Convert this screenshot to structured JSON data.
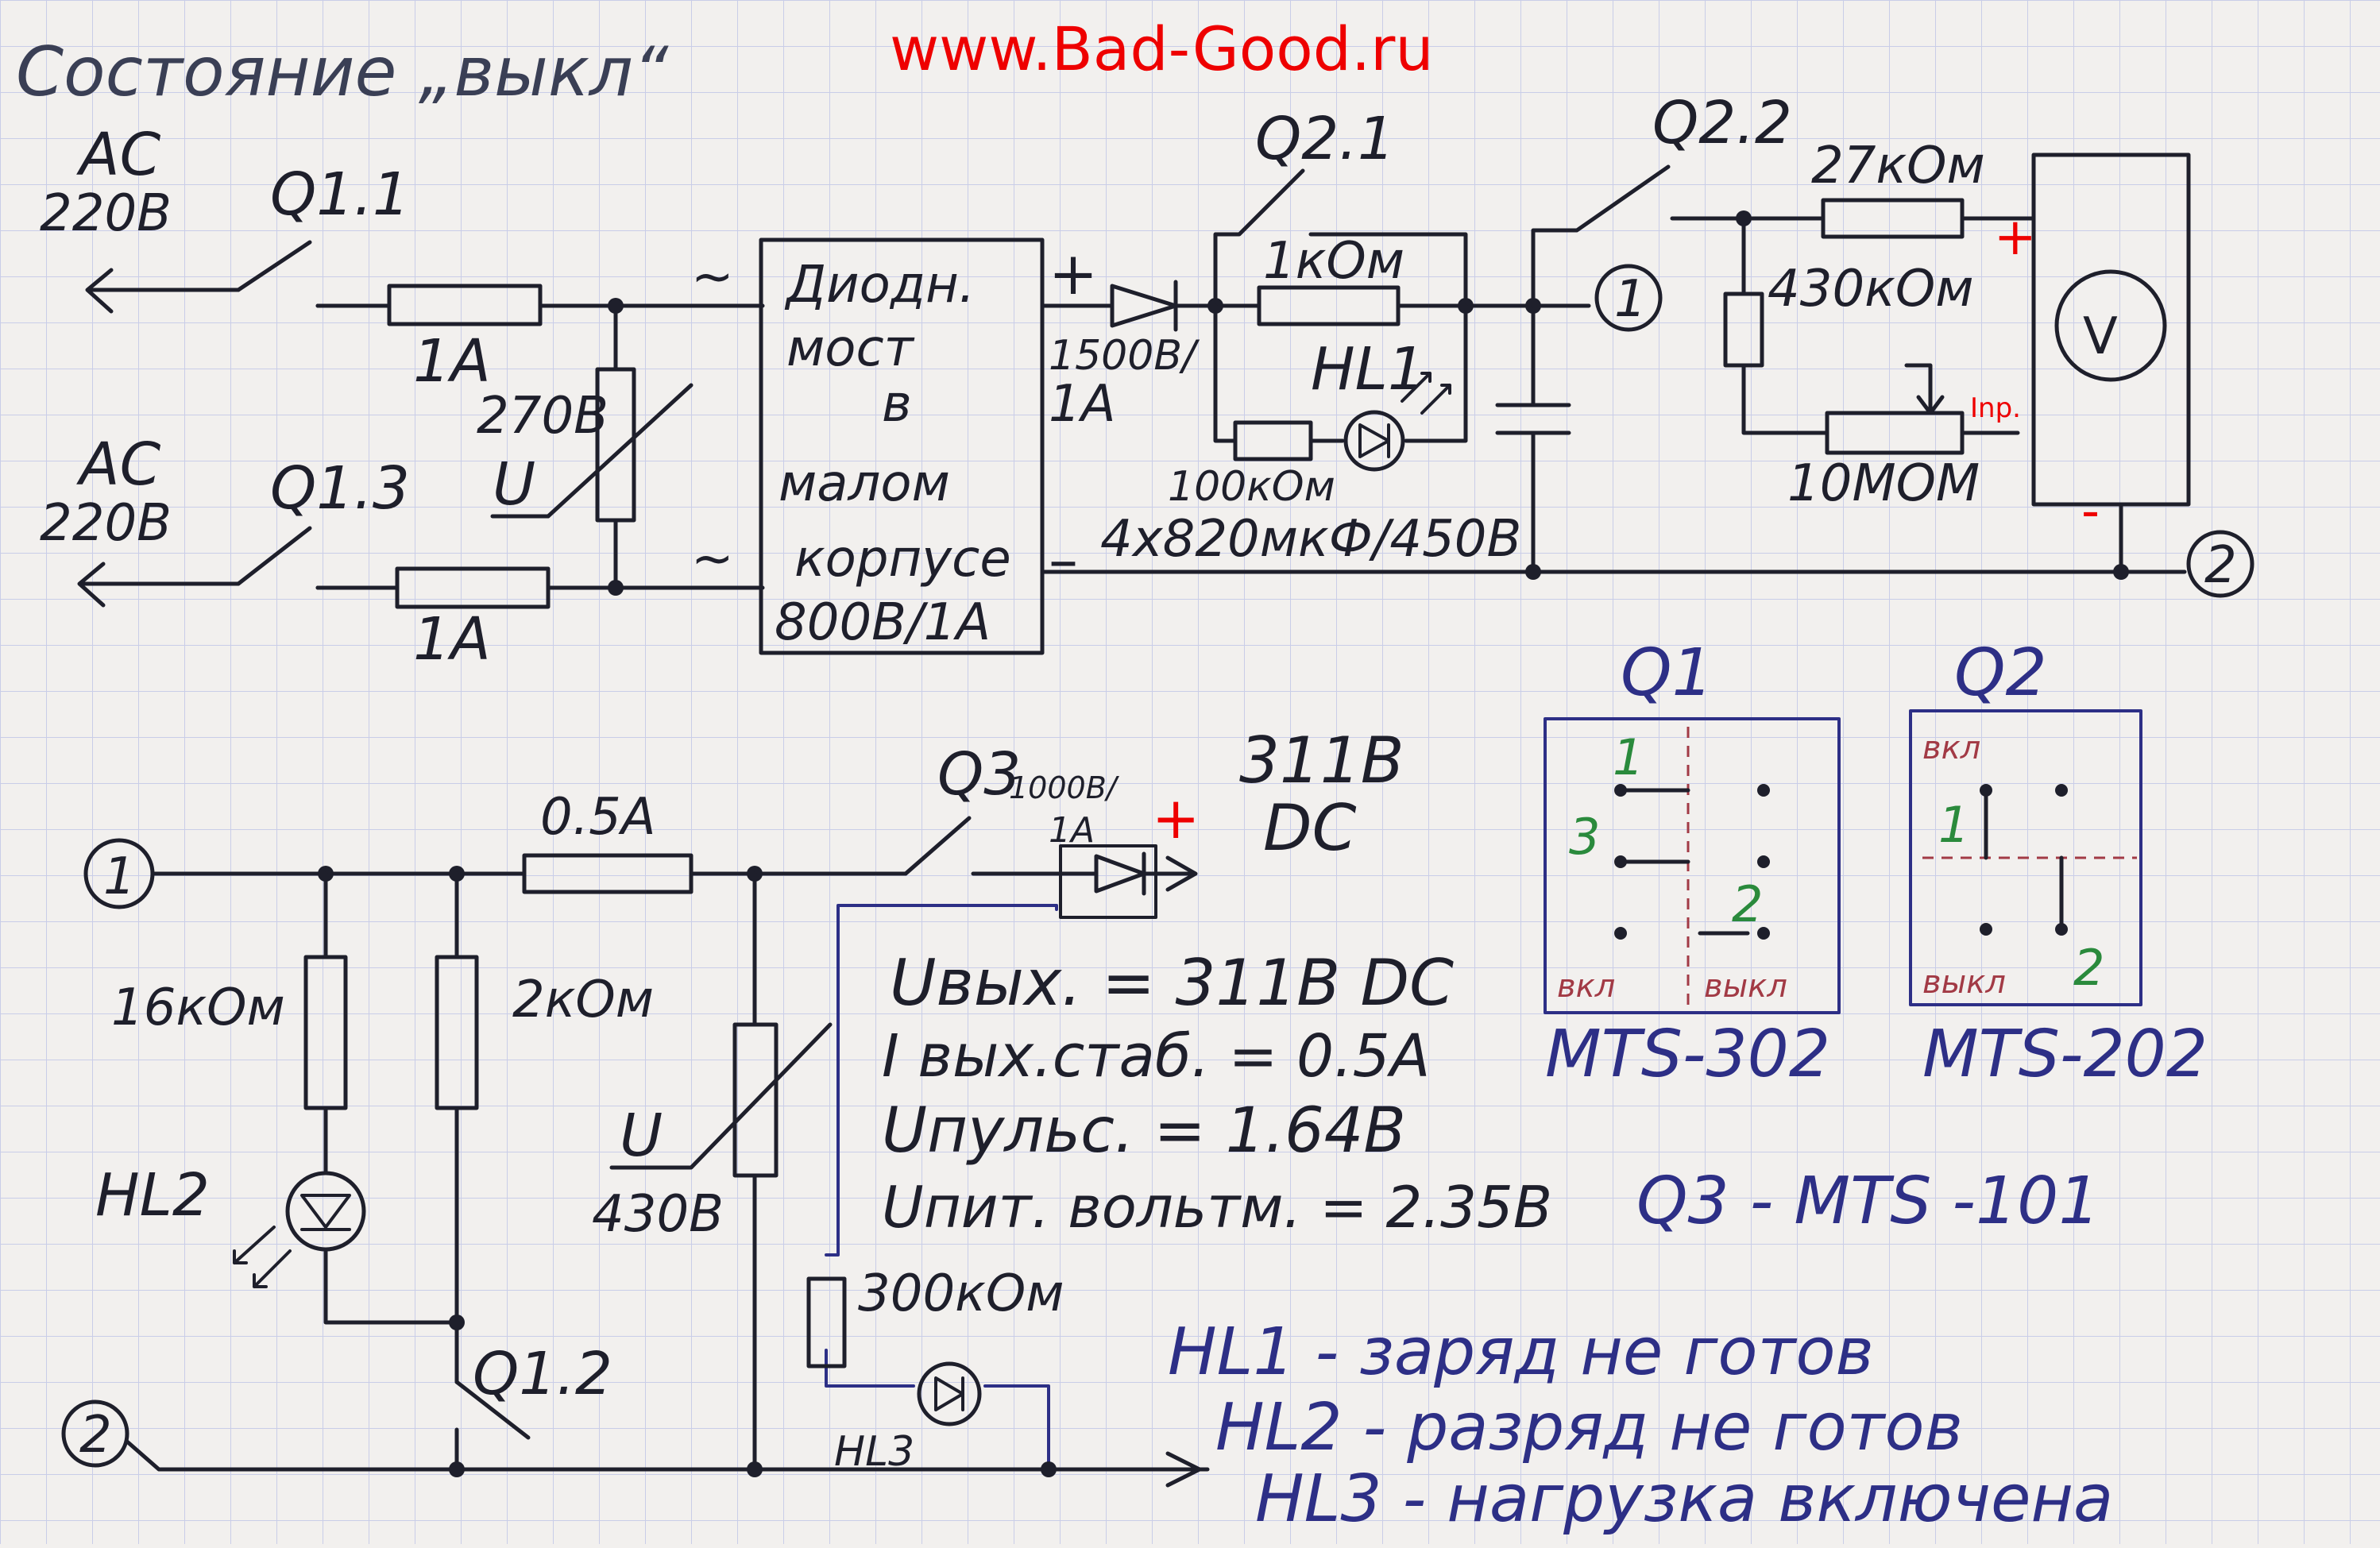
{
  "header": {
    "state_title": "Состояние „выкл“",
    "site": "www.Bad-Good.ru"
  },
  "colors": {
    "ink": "#1e1f2b",
    "paper": "#f2f0ee",
    "grid": "#c9cde8",
    "accent_red": "#ee0000",
    "note_blue": "#2d2f86",
    "pin_green": "#2a8a3c",
    "mark_red": "#a23a45"
  },
  "top_circuit": {
    "ac_label_1": "AC",
    "ac_voltage_1": "220В",
    "ac_label_2": "AC",
    "ac_voltage_2": "220В",
    "switch_q11": "Q1.1",
    "switch_q13": "Q1.3",
    "fuse_1": "1А",
    "fuse_2": "1А",
    "varistor_voltage": "270В",
    "varistor_symbol": "U",
    "tilde_1": "~",
    "tilde_2": "~",
    "bridge_line_1": "Диодн.",
    "bridge_line_2": "мост",
    "bridge_line_3": "в",
    "bridge_line_4": "малом",
    "bridge_line_5": "корпусе",
    "bridge_rating": "800В/1А",
    "plus_sign": "+",
    "minus_sign": "–",
    "diode_rating_1": "1500В/",
    "diode_rating_2": "1А",
    "switch_q21": "Q2.1",
    "resistor_1k": "1кОм",
    "led_hl1": "HL1",
    "resistor_100k": "100кОм",
    "capacitors": "4х820мкФ/450В",
    "switch_q22": "Q2.2",
    "node_1": "1",
    "node_2": "2",
    "resistor_27k": "27кОм",
    "resistor_430k": "430кОм",
    "trimmer_10m": "10МОМ",
    "voltmeter": "V",
    "vm_plus": "+",
    "vm_minus": "-",
    "vm_input": "Inp."
  },
  "bottom_circuit": {
    "node_1": "1",
    "node_2": "2",
    "fuse_05": "0.5А",
    "switch_q3": "Q3",
    "diode_q3_rating_1": "1000В/",
    "diode_q3_rating_2": "1А",
    "out_plus": "+",
    "out_voltage": "311В",
    "out_type": "DC",
    "resistor_16k": "16кОм",
    "resistor_2k": "2кОм",
    "led_hl2": "HL2",
    "varistor_symbol": "U",
    "varistor_voltage": "430В",
    "switch_q12": "Q1.2",
    "resistor_300k": "300кОм",
    "led_hl3": "HL3"
  },
  "specs": {
    "line_1": "Uвых. = 311В DC",
    "line_2": "I вых.стаб. = 0.5А",
    "line_3": "Uпульс. = 1.64В",
    "line_4": "Uпит. вольтм. = 2.35В"
  },
  "switch_diagrams": {
    "q1_title": "Q1",
    "q1_model": "MTS-302",
    "q1_pin_1": "1",
    "q1_pin_2": "2",
    "q1_pin_3": "3",
    "q1_on": "вкл",
    "q1_off": "выкл",
    "q2_title": "Q2",
    "q2_model": "MTS-202",
    "q2_pin_1": "1",
    "q2_pin_2": "2",
    "q2_on": "вкл",
    "q2_off": "выкл",
    "q3_model": "Q3 - MTS -101"
  },
  "legend": {
    "hl1": "HL1 - заряд не готов",
    "hl2": "HL2 - разряд не готов",
    "hl3": "HL3 - нагрузка включена"
  }
}
